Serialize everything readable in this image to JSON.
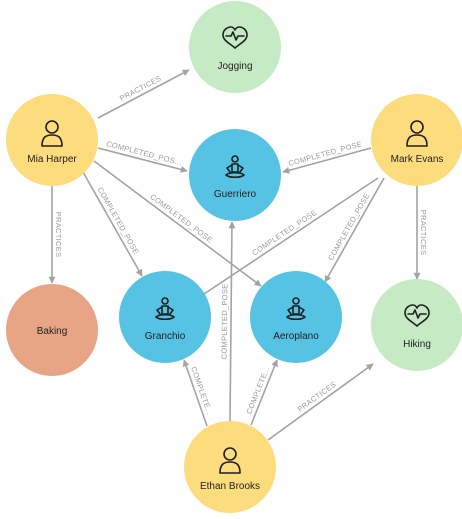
{
  "colors": {
    "person": "#fddc7e",
    "pose": "#56c3e5",
    "activity_health": "#c6ebc4",
    "activity_other": "#e8a586",
    "edge": "#a3a3a3",
    "edge_label": "#9a9a9a"
  },
  "nodes": [
    {
      "id": "jogging",
      "label": "Jogging",
      "kind": "activity_health",
      "icon": "heartbeat-icon"
    },
    {
      "id": "mia",
      "label": "Mia Harper",
      "kind": "person",
      "icon": "person-icon"
    },
    {
      "id": "mark",
      "label": "Mark Evans",
      "kind": "person",
      "icon": "person-icon"
    },
    {
      "id": "guerriero",
      "label": "Guerriero",
      "kind": "pose",
      "icon": "meditation-icon"
    },
    {
      "id": "baking",
      "label": "Baking",
      "kind": "activity_other",
      "icon": ""
    },
    {
      "id": "granchio",
      "label": "Granchio",
      "kind": "pose",
      "icon": "meditation-icon"
    },
    {
      "id": "aeroplano",
      "label": "Aeroplano",
      "kind": "pose",
      "icon": "meditation-icon"
    },
    {
      "id": "hiking",
      "label": "Hiking",
      "kind": "activity_health",
      "icon": "heartbeat-icon"
    },
    {
      "id": "ethan",
      "label": "Ethan Brooks",
      "kind": "person",
      "icon": "person-icon"
    }
  ],
  "edges": [
    {
      "id": "mia-jogging",
      "from": "mia",
      "to": "jogging",
      "label": "PRACTICES"
    },
    {
      "id": "mia-guerriero",
      "from": "mia",
      "to": "guerriero",
      "label": "COMPLETED_POS..."
    },
    {
      "id": "mia-baking",
      "from": "mia",
      "to": "baking",
      "label": "PRACTICES"
    },
    {
      "id": "mia-granchio",
      "from": "mia",
      "to": "granchio",
      "label": "COMPLETED_POSE"
    },
    {
      "id": "mia-aeroplano",
      "from": "mia",
      "to": "aeroplano",
      "label": "COMPLETED_POSE"
    },
    {
      "id": "mark-guerriero",
      "from": "mark",
      "to": "guerriero",
      "label": "COMPLETED_POSE"
    },
    {
      "id": "mark-granchio",
      "from": "mark",
      "to": "granchio",
      "label": "COMPLETED_POSE"
    },
    {
      "id": "mark-aeroplano",
      "from": "mark",
      "to": "aeroplano",
      "label": "COMPLETED_POSE"
    },
    {
      "id": "mark-hiking",
      "from": "mark",
      "to": "hiking",
      "label": "PRACTICES"
    },
    {
      "id": "ethan-guerriero",
      "from": "ethan",
      "to": "guerriero",
      "label": "COMPLETED_POSE"
    },
    {
      "id": "ethan-granchio",
      "from": "ethan",
      "to": "granchio",
      "label": "COMPLETE..."
    },
    {
      "id": "ethan-aeroplano",
      "from": "ethan",
      "to": "aeroplano",
      "label": "COMPLETE..."
    },
    {
      "id": "ethan-hiking",
      "from": "ethan",
      "to": "hiking",
      "label": "PRACTICES"
    }
  ]
}
